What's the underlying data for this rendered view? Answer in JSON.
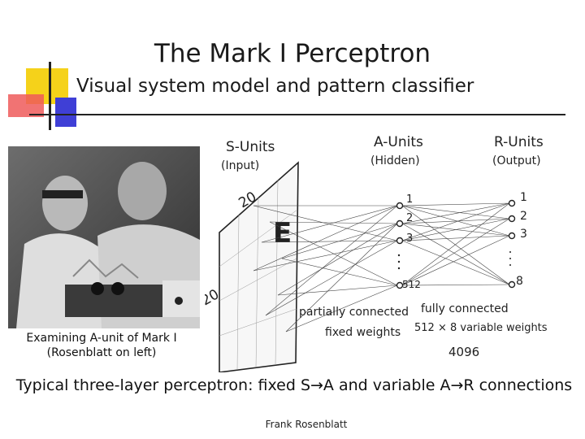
{
  "title": "The Mark I Perceptron",
  "subtitle": "Visual system model and pattern classifier",
  "photo": {
    "caption_line1": "Examining A-unit of Mark I",
    "caption_line2": "(Rosenblatt on left)"
  },
  "diagram": {
    "s_units_label": "S-Units",
    "s_units_sub": "(Input)",
    "a_units_label": "A-Units",
    "a_units_sub": "(Hidden)",
    "r_units_label": "R-Units",
    "r_units_sub": "(Output)",
    "grid_size_top": "20",
    "grid_size_side": "20",
    "letter": "E",
    "a_unit_labels": [
      "1",
      "2",
      "3",
      "512"
    ],
    "r_unit_labels": [
      "1",
      "2",
      "3",
      "8"
    ],
    "partial_label_1": "partially connected",
    "partial_label_2": "fixed weights",
    "full_label_1": "fully connected",
    "full_label_2": "512 × 8 variable weights",
    "full_label_3": "4096"
  },
  "bottom_caption": "Typical three-layer perceptron: fixed S→A and variable A→R connections",
  "footer": "Frank Rosenblatt",
  "colors": {
    "accent_yellow": "#f5d21a",
    "accent_red": "#e83a3a",
    "accent_blue": "#3f3fd6"
  }
}
